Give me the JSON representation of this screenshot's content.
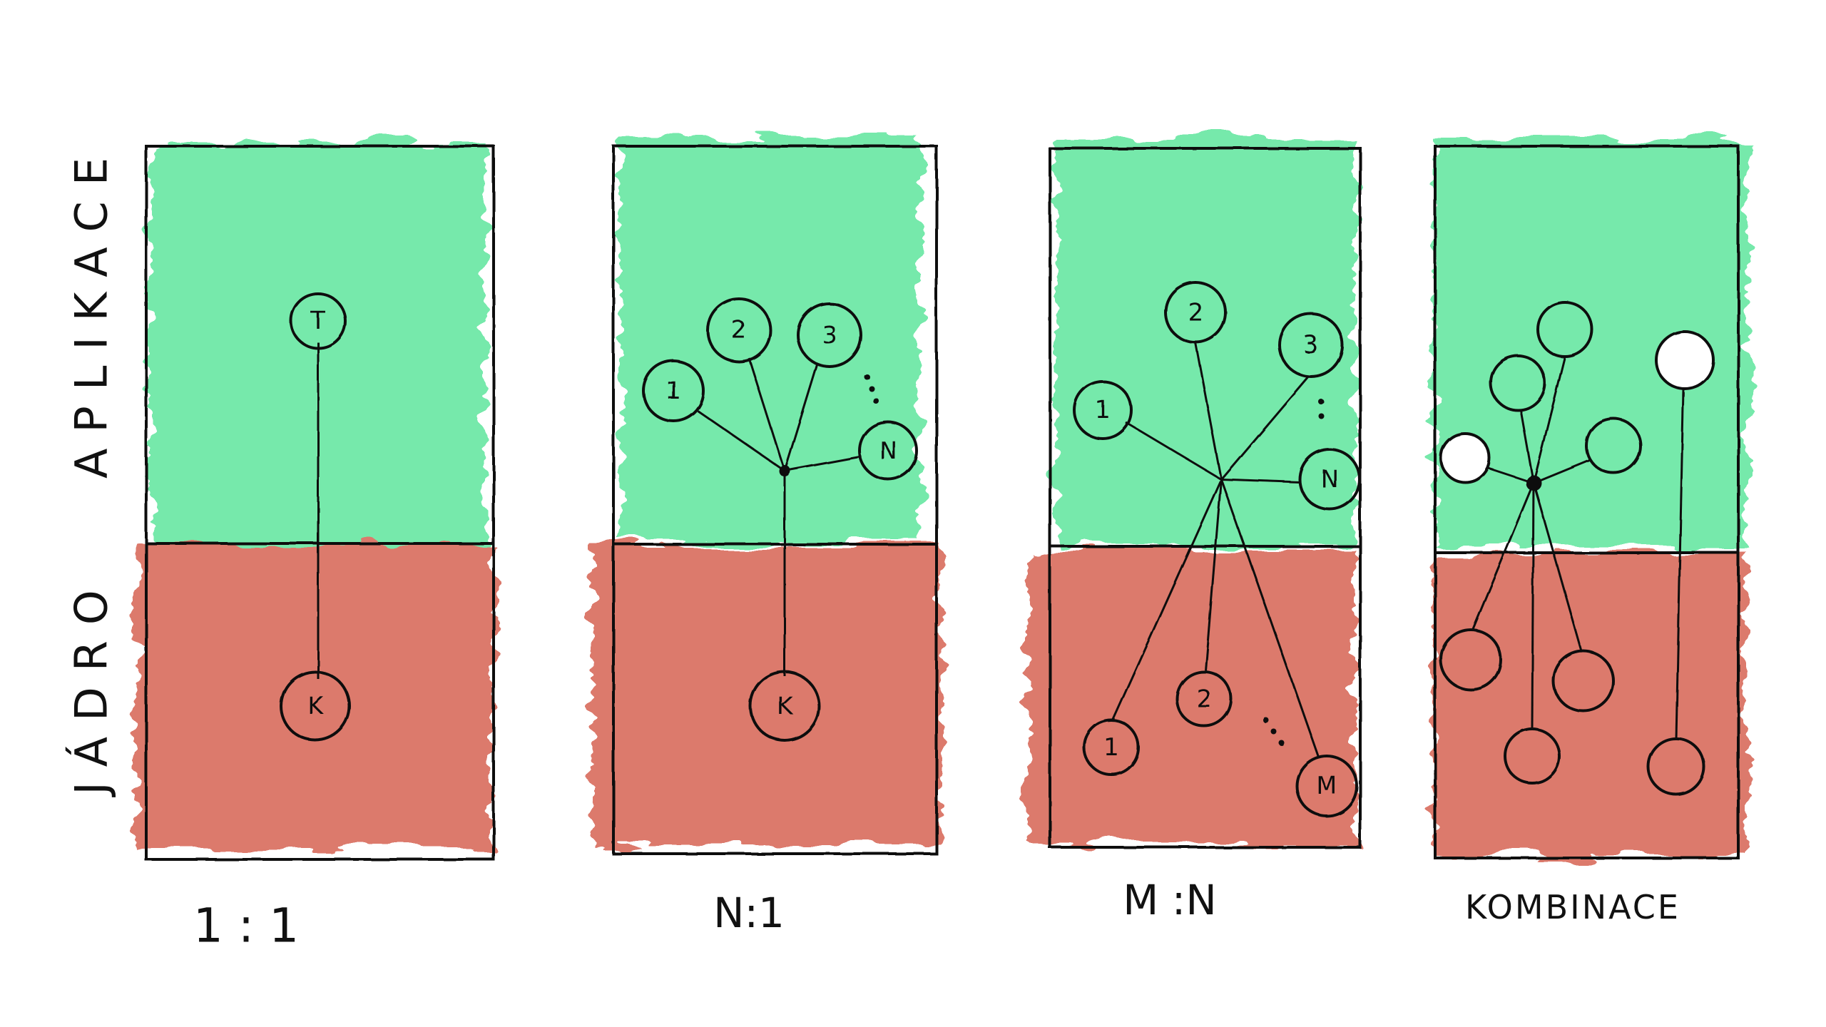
{
  "colors": {
    "app": "#6fe8a6",
    "kernel": "#d96f60",
    "ink": "#111111"
  },
  "side_labels": {
    "app": "APLIKACE",
    "kernel": "JÁDRO"
  },
  "panels": [
    {
      "id": "one-to-one",
      "caption": "1 : 1",
      "app_nodes": [
        "T"
      ],
      "kernel_nodes": [
        "K"
      ]
    },
    {
      "id": "many-to-one",
      "caption": "N:1",
      "app_nodes": [
        "1",
        "2",
        "3",
        "N"
      ],
      "kernel_nodes": [
        "K"
      ]
    },
    {
      "id": "many-to-many",
      "caption": "M :N",
      "app_nodes": [
        "1",
        "2",
        "3",
        "N"
      ],
      "kernel_nodes": [
        "1",
        "2",
        "M"
      ]
    },
    {
      "id": "combination",
      "caption": "KOMBINACE",
      "app_nodes": [
        "",
        "",
        "",
        "",
        ""
      ],
      "kernel_nodes": [
        "",
        "",
        "",
        ""
      ]
    }
  ]
}
